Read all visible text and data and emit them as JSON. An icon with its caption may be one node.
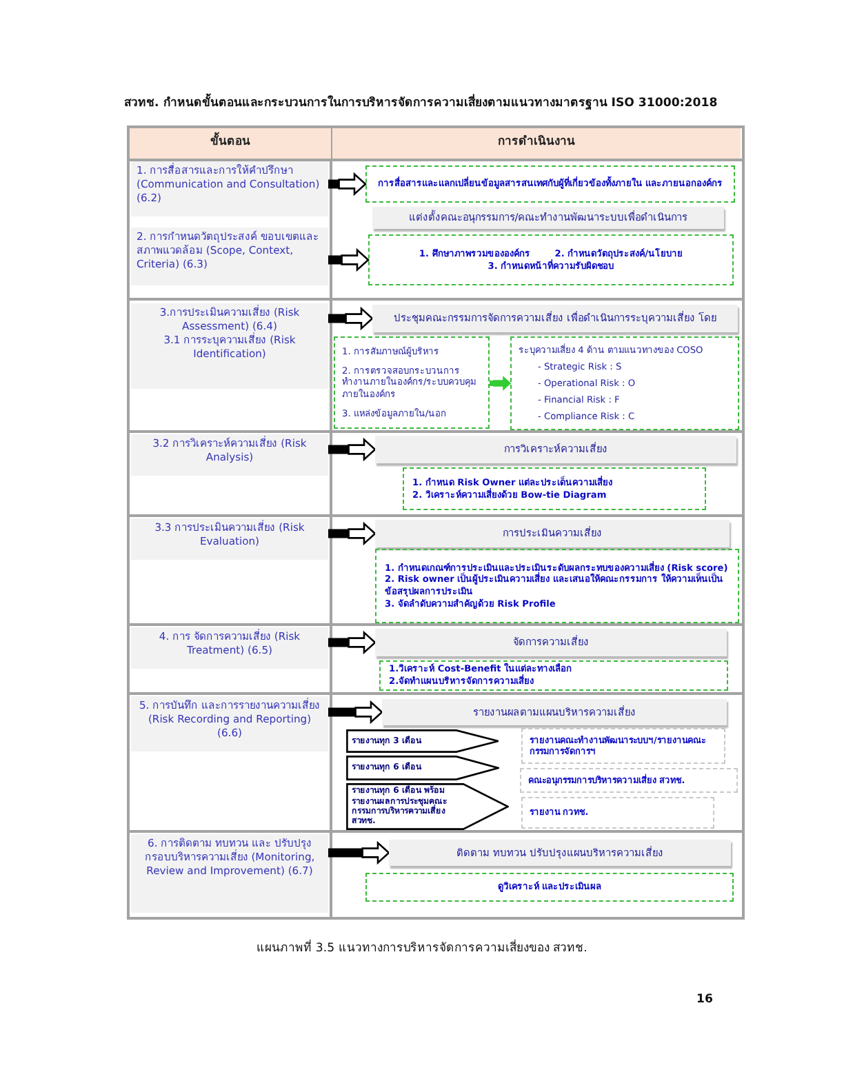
{
  "diagram": {
    "title": "สวทช. กำหนดขั้นตอนและกระบวนการในการบริหารจัดการความเสี่ยงตามแนวทางมาตรฐาน ISO 31000:2018",
    "caption": "แผนภาพที่ 3.5 แนวทางการบริหารจัดการความเสี่ยงของ สวทช.",
    "nodes": [
      {
        "text": [
          "ขั้นตอน"
        ]
      },
      {
        "text": [
          "การดำเนินงาน"
        ]
      },
      {
        "text": [
          "1. การสื่อสารและการให้คำปรึกษา (Communication and Consultation) (6.2)"
        ]
      },
      {
        "text": [
          "การสื่อสารและแลกเปลี่ยนข้อมูลสารสนเทศกับผู้ที่เกี่ยวข้องทั้งภายใน และภายนอกองค์กร"
        ]
      },
      {
        "text": [
          "แต่งตั้งคณะอนุกรรมการ/คณะทำงานพัฒนาระบบเพื่อดำเนินการ"
        ]
      },
      {
        "text": [
          "2. การกำหนดวัตถุประสงค์ ขอบเขตและสภาพแวดล้อม (Scope, Context, Criteria) (6.3)"
        ]
      },
      {
        "text": [
          "1. ศึกษาภาพรวมขององค์กร",
          "2. กำหนดวัตถุประสงค์/นโยบาย",
          "3. กำหนดหน้าที่ความรับผิดชอบ"
        ]
      },
      {
        "text": [
          "3.การประเมินความเสี่ยง (Risk Assessment) (6.4)",
          "3.1 การระบุความเสี่ยง (Risk Identification)"
        ]
      },
      {
        "text": [
          "ประชุมคณะกรรมการจัดการความเสี่ยง เพื่อดำเนินการระบุความเสี่ยง โดย"
        ]
      },
      {
        "text": [
          "1. การสัมภาษณ์ผู้บริหาร",
          "2. การตรวจสอบกระบวนการทำงานภายในองค์กร/ระบบควบคุมภายในองค์กร",
          "3. แหล่งข้อมูลภายใน/นอก"
        ]
      },
      {
        "text": [
          "ระบุความเสี่ยง 4 ด้าน ตามแนวทางของ COSO",
          "- Strategic Risk : S",
          "- Operational Risk : O",
          "- Financial Risk : F",
          "- Compliance Risk : C"
        ]
      },
      {
        "text": [
          "3.2 การวิเคราะห์ความเสี่ยง (Risk Analysis)"
        ]
      },
      {
        "text": [
          "การวิเคราะห์ความเสี่ยง"
        ]
      },
      {
        "text": [
          "1. กำหนด Risk Owner แต่ละประเด็นความเสี่ยง",
          "2. วิเคราะห์ความเสี่ยงด้วย Bow-tie Diagram"
        ]
      },
      {
        "text": [
          "3.3 การประเมินความเสี่ยง (Risk Evaluation)"
        ]
      },
      {
        "text": [
          "การประเมินความเสี่ยง"
        ]
      },
      {
        "text": [
          "1. กำหนดเกณฑ์การประเมินและประเมินระดับผลกระทบของความเสี่ยง (Risk score)",
          "2. Risk owner เป็นผู้ประเมินความเสี่ยง และเสนอให้คณะกรรมการ ให้ความเห็นเป็นข้อสรุปผลการประเมิน",
          "3. จัดลำดับความสำคัญด้วย Risk Profile"
        ]
      },
      {
        "text": [
          "4. การ จัดการความเสี่ยง (Risk Treatment) (6.5)"
        ]
      },
      {
        "text": [
          "จัดการความเสี่ยง"
        ]
      },
      {
        "text": [
          "1.วิเคราะห์ Cost-Benefit ในแต่ละทางเลือก",
          "2.จัดทำแผนบริหารจัดการความเสี่ยง"
        ]
      },
      {
        "text": [
          "5. การบันทึก และการรายงานความเสี่ยง (Risk Recording and Reporting) (6.6)"
        ]
      },
      {
        "text": [
          "รายงานผลตามแผนบริหารความเสี่ยง"
        ]
      },
      {
        "text": [
          "รายงานทุก 3 เดือน"
        ]
      },
      {
        "text": [
          "รายงานคณะทำงานพัฒนาระบบฯ/รายงานคณะกรรมการจัดการฯ"
        ]
      },
      {
        "text": [
          "รายงานทุก 6 เดือน"
        ]
      },
      {
        "text": [
          "คณะอนุกรรมการบริหารความเสี่ยง สวทช."
        ]
      },
      {
        "text": [
          "รายงานทุก 6 เดือน พร้อมรายงานผลการประชุมคณะกรรมการบริหารความเสี่ยง สวทช."
        ]
      },
      {
        "text": [
          "รายงาน กวทช."
        ]
      },
      {
        "text": [
          "6. การติดตาม ทบทวน และ ปรับปรุงกรอบบริหารความเสี่ยง (Monitoring, Review and Improvement) (6.7)"
        ]
      },
      {
        "text": [
          "ติดตาม ทบทวน ปรับปรุงแผนบริหารความเสี่ยง"
        ]
      },
      {
        "text": [
          "ดูวิเคราะห์ และประเมินผล"
        ]
      }
    ],
    "edges": [
      {
        "from": 2,
        "to": 3,
        "arrow": "to"
      },
      {
        "from": 5,
        "to": 6,
        "arrow": "to"
      },
      {
        "from": 7,
        "to": 8,
        "arrow": "to"
      },
      {
        "from": 9,
        "to": 10,
        "arrow": "to",
        "color": "#33cc33"
      },
      {
        "from": 11,
        "to": 12,
        "arrow": "to"
      },
      {
        "from": 14,
        "to": 15,
        "arrow": "to"
      },
      {
        "from": 17,
        "to": 18,
        "arrow": "to"
      },
      {
        "from": 20,
        "to": 21,
        "arrow": "to"
      },
      {
        "from": 28,
        "to": 29,
        "arrow": "to"
      }
    ],
    "labels": [
      "16"
    ]
  }
}
